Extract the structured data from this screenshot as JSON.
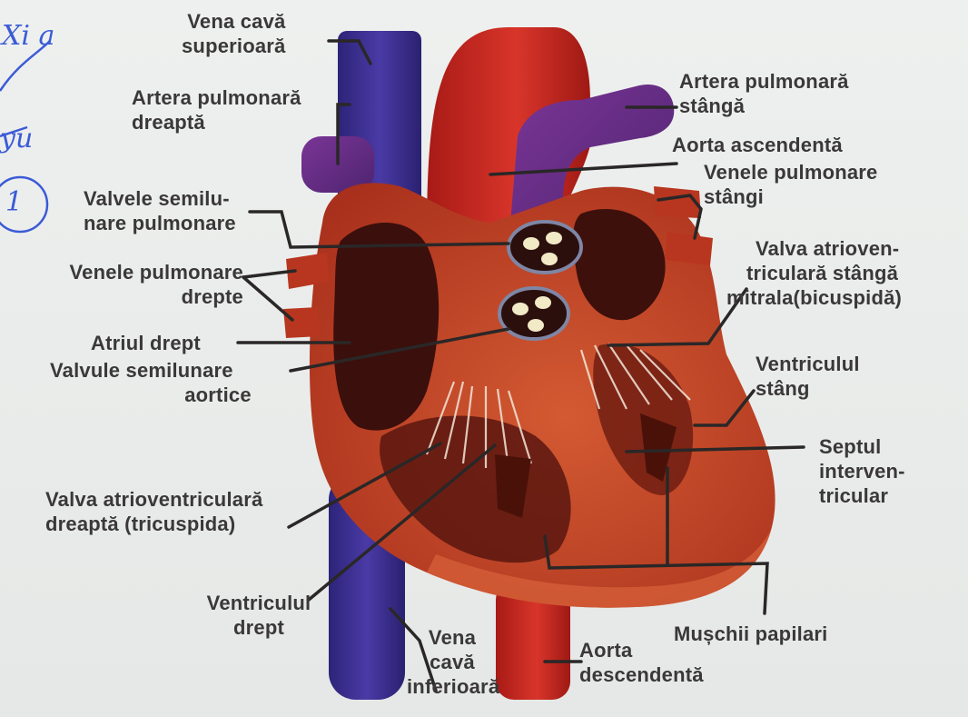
{
  "labels": {
    "vena_cava_superioara": [
      "Vena cavă",
      "superioară"
    ],
    "artera_pulmonara_dreapta": [
      "Artera pulmonară",
      "dreaptă"
    ],
    "artera_pulmonara_stanga": [
      "Artera pulmonară",
      "stângă"
    ],
    "aorta_ascendenta": [
      "Aorta ascendentă"
    ],
    "venele_pulmonare_stangi": [
      "Venele pulmonare",
      "stângi"
    ],
    "valvele_semilunare_pulmonare": [
      "Valvele semilu-",
      "nare pulmonare"
    ],
    "venele_pulmonare_drepte": [
      "Venele pulmonare",
      "drepte"
    ],
    "valva_atrioventriculara_stanga": [
      "Valva atrioven-",
      "triculară stângă",
      "mitrala(bicuspidă)"
    ],
    "atriul_drept": [
      "Atriul drept"
    ],
    "valvule_semilunare_aortice": [
      "Valvule semilunare",
      "aortice"
    ],
    "ventriculul_stang": [
      "Ventriculul",
      "stâng"
    ],
    "septul_interventricular": [
      "Septul",
      "interven-",
      "tricular"
    ],
    "valva_atrioventriculara_dreapta": [
      "Valva atrioventriculară",
      "dreaptă (tricuspida)"
    ],
    "ventriculul_drept": [
      "Ventriculul",
      "drept"
    ],
    "vena_cava_inferioara": [
      "Vena",
      "cavă",
      "inferioară"
    ],
    "aorta_descendenta": [
      "Aorta",
      "descendentă"
    ],
    "muschii_papilari": [
      "Mușchii papilari"
    ]
  },
  "margin_notes": [
    "Xi a",
    "yu",
    "1"
  ],
  "colors": {
    "vein_blue": "#3b2f8f",
    "artery_red": "#c2271f",
    "muscle": "#b8391f",
    "muscle_light": "#d2552e",
    "pulmonary_purple": "#6a2f8a",
    "leader_line": "#2a2727",
    "label_text": "#3a3838",
    "pen_ink": "#3b5bd6"
  }
}
